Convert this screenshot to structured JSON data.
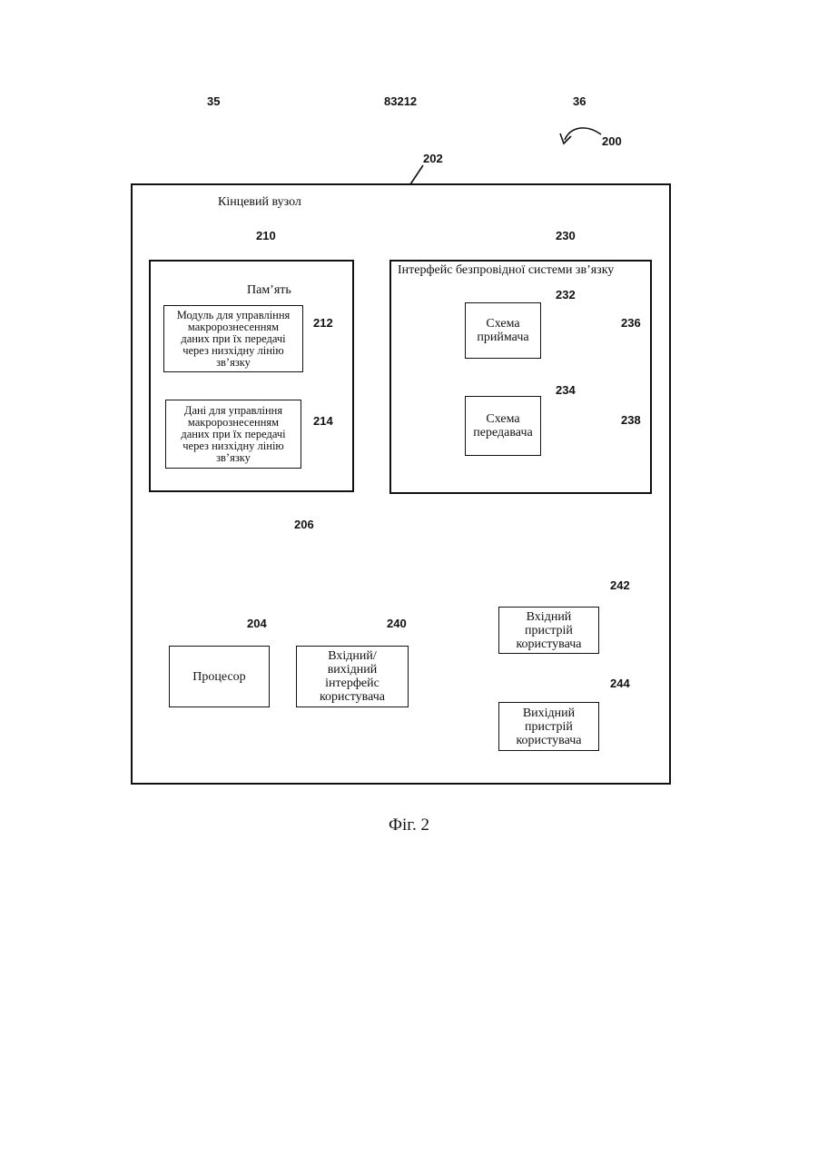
{
  "header": {
    "left_page": "35",
    "patent_number": "83212",
    "right_page": "36"
  },
  "diagram": {
    "figure_ref": "200",
    "end_node": {
      "ref": "202",
      "label": "Кінцевий вузол"
    },
    "memory": {
      "ref": "210",
      "label": "Пам’ять"
    },
    "module": {
      "ref": "212",
      "label": "Модуль для управління\nмакрорознесенням\nданих при їх передачі\nчерез низхідну лінію\nзв’язку"
    },
    "data": {
      "ref": "214",
      "label": "Дані для управління\nмакрорознесенням\nданих при їх передачі\nчерез низхідну лінію\nзв’язку"
    },
    "wireless_interface": {
      "ref": "230",
      "label": "Інтерфейс безпровідної системи зв’язку"
    },
    "receiver": {
      "ref": "232",
      "label": "Схема\nприймача"
    },
    "transmitter": {
      "ref": "234",
      "label": "Схема\nпередавача"
    },
    "antenna_rx": {
      "ref": "236"
    },
    "antenna_tx": {
      "ref": "238"
    },
    "bus": {
      "ref": "206"
    },
    "processor": {
      "ref": "204",
      "label": "Процесор"
    },
    "io_interface": {
      "ref": "240",
      "label": "Вхідний/\nвихідний\nінтерфейс\nкористувача"
    },
    "input_device": {
      "ref": "242",
      "label": "Вхідний\nпристрій\nкористувача"
    },
    "output_device": {
      "ref": "244",
      "label": "Вихідний\nпристрій\nкористувача"
    }
  },
  "caption": "Фіг. 2"
}
